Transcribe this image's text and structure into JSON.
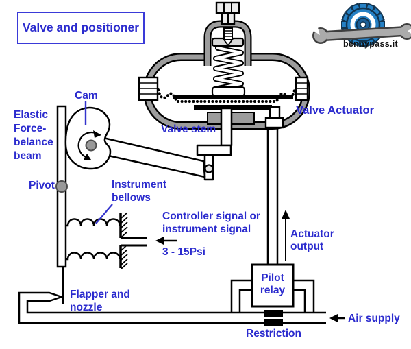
{
  "title": {
    "label": "Valve and positioner"
  },
  "logo": {
    "text": "bennypass.it"
  },
  "labels": {
    "cam": "Cam",
    "beam": "Elastic\nForce-\nbelance\nbeam",
    "pivot": "Pivot",
    "bellows": "Instrument\nbellows",
    "valve_stem": "Valve stem",
    "valve_actuator": "Valve Actuator",
    "signal": "Controller signal or\ninstrument signal",
    "signal_range": "3 - 15Psi",
    "actuator_output": "Actuator\noutput",
    "pilot_relay": "Pilot\nrelay",
    "air_supply": "Air supply",
    "restriction": "Restriction",
    "flapper": "Flapper and\nnozzle"
  },
  "colors": {
    "label-blue": "#2B2BCE",
    "box-border-blue": "#3A3AD8",
    "callout-blue": "#3333CC",
    "line-black": "#000000",
    "metal-gray": "#9C9C9C",
    "gear-blue": "#2580C4",
    "gear-dark": "#12344F",
    "wrench-gray": "#ABABAB",
    "logo-text-black": "#111111"
  }
}
